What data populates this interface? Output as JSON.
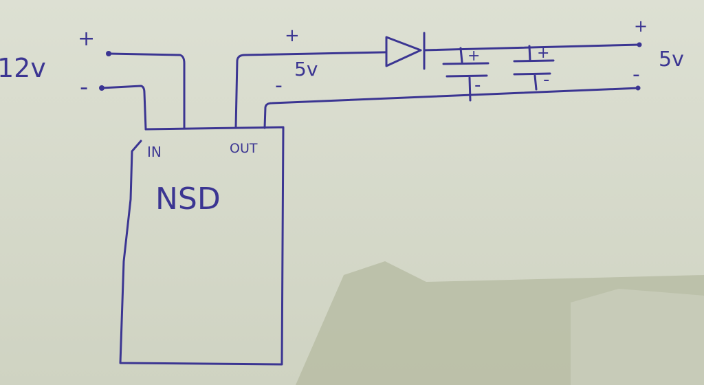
{
  "input": {
    "voltage_label": "12v",
    "plus": "+",
    "minus": "-"
  },
  "module": {
    "name": "NSD",
    "in_label": "IN",
    "out_label": "OUT"
  },
  "module_output": {
    "plus": "+",
    "voltage_label": "5v",
    "minus": "-"
  },
  "capacitors": [
    {
      "plus": "+",
      "minus": "-"
    },
    {
      "plus": "+",
      "minus": "-"
    }
  ],
  "output": {
    "plus": "+",
    "voltage_label": "5v",
    "minus": "-"
  },
  "colors": {
    "ink": "#3b3592",
    "paper": "#d8dccd",
    "shadow": "#b6bba3"
  }
}
